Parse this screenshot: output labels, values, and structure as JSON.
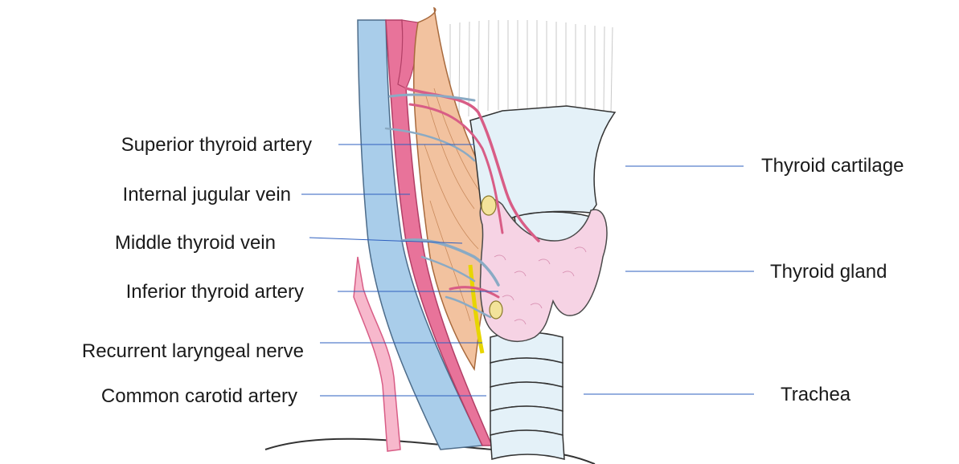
{
  "labels_left": [
    "Superior thyroid artery",
    "Internal jugular vein",
    "Middle thyroid vein",
    "Inferior thyroid artery",
    "Recurrent laryngeal nerve",
    "Common carotid artery"
  ],
  "labels_right": [
    "Thyroid cartilage",
    "Thyroid gland",
    "Trachea"
  ],
  "colors": {
    "leader_line": "#2e5fbf",
    "vein": "#a9cdea",
    "artery": "#e8739a",
    "muscle": "#f2c29f",
    "gland": "#f6d3e4",
    "cartilage": "#e4f1f8",
    "nerve": "#e7d500",
    "parathyroid": "#f3e39a"
  }
}
